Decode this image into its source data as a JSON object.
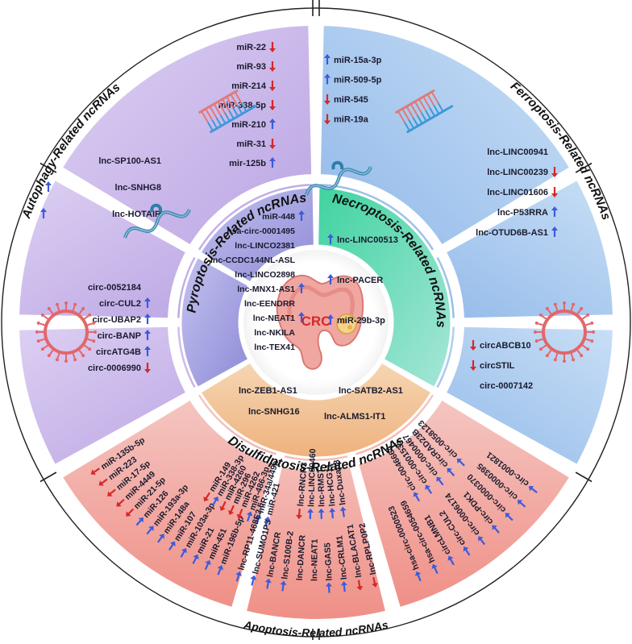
{
  "center": {
    "label": "CRC"
  },
  "titles": {
    "autophagy": "Autophagy-Related ncRNAs",
    "ferroptosis": "Ferroptosis-Related ncRNAs",
    "apoptosis": "Apoptosis-Related ncRNAs",
    "pyroptosis": "Pyroptosis-Related ncRNAs",
    "necroptosis_a": "Necroptosis-Related ",
    "necroptosis_b": "ncRNAs",
    "disulfidptosis_a": "Disulfidptosis-Related ",
    "disulfidptosis_b": "ncRNAs"
  },
  "colors": {
    "up_arrow": "#3b5bdb",
    "down_arrow": "#d62828",
    "autophagy": "#c9b6ea",
    "ferroptosis": "#a9c9ee",
    "apoptosis": "#f2a7a0",
    "pyroptosis": "#a9a7e0",
    "necroptosis": "#7fd9b8",
    "disulfidptosis": "#f2c49a"
  },
  "outer_top_left": {
    "items": [
      {
        "text": "miR-22",
        "dir": "down"
      },
      {
        "text": "miR-93",
        "dir": "down"
      },
      {
        "text": "miR-214",
        "dir": "down"
      },
      {
        "text": "miR-338-5p",
        "dir": "down"
      },
      {
        "text": "miR-210",
        "dir": "up"
      },
      {
        "text": "miR-31",
        "dir": "down"
      },
      {
        "text": "mir-125b",
        "dir": "up"
      }
    ]
  },
  "outer_top_right": {
    "items": [
      {
        "text": "miR-15a-3p",
        "dir": "up"
      },
      {
        "text": "miR-509-5p",
        "dir": "up"
      },
      {
        "text": "miR-545",
        "dir": "down"
      },
      {
        "text": "miR-19a",
        "dir": "down"
      }
    ]
  },
  "outer_left_upper": {
    "items": [
      {
        "text": "lnc-SP100-AS1",
        "dir": "none"
      },
      {
        "text": "lnc-SNHG8",
        "dir": "up"
      },
      {
        "text": "lnc-HOTAIR",
        "dir": "up"
      }
    ]
  },
  "outer_left_lower": {
    "items": [
      {
        "text": "circ-0052184",
        "dir": "none"
      },
      {
        "text": "circ-CUL2",
        "dir": "up"
      },
      {
        "text": "circ-UBAP2",
        "dir": "up"
      },
      {
        "text": "circ-BANP",
        "dir": "up"
      },
      {
        "text": "circATG4B",
        "dir": "up"
      },
      {
        "text": "circ-0006990",
        "dir": "down"
      }
    ]
  },
  "outer_right_upper": {
    "items": [
      {
        "text": "lnc-LINC00941",
        "dir": "none"
      },
      {
        "text": "lnc-LINC00239",
        "dir": "down"
      },
      {
        "text": "lnc-LINC01606",
        "dir": "down"
      },
      {
        "text": "lnc-P53RRA",
        "dir": "up"
      },
      {
        "text": "lnc-OTUD6B-AS1",
        "dir": "up"
      }
    ]
  },
  "outer_right_lower": {
    "items": [
      {
        "text": "circABCB10",
        "dir": "down"
      },
      {
        "text": "circSTIL",
        "dir": "down"
      },
      {
        "text": "circ-0007142",
        "dir": "none"
      }
    ]
  },
  "outer_bottom_left": {
    "items": [
      {
        "text": "miR-135b-5p",
        "dir": "down"
      },
      {
        "text": "miR-223",
        "dir": "down"
      },
      {
        "text": "miR-17-5p",
        "dir": "down"
      },
      {
        "text": "miR-4449",
        "dir": "down"
      },
      {
        "text": "miR-21-5p",
        "dir": "down"
      },
      {
        "text": "miR-126",
        "dir": "up"
      },
      {
        "text": "miR-193a-3p",
        "dir": "up"
      },
      {
        "text": "miR-148a",
        "dir": "up"
      },
      {
        "text": "miR-107",
        "dir": "up"
      },
      {
        "text": "miR-103a-3p",
        "dir": "up"
      },
      {
        "text": "miR-21",
        "dir": "up"
      },
      {
        "text": "miR-451",
        "dir": "up"
      },
      {
        "text": "miR-196b-5p",
        "dir": "up"
      },
      {
        "text": "miR-149",
        "dir": "down"
      },
      {
        "text": "miR-338-3p",
        "dir": "up"
      },
      {
        "text": "miR-4260",
        "dir": "down"
      },
      {
        "text": "miR-296",
        "dir": "down"
      },
      {
        "text": "miR-4262",
        "dir": "down"
      },
      {
        "text": "miR-486-3p",
        "dir": "up"
      },
      {
        "text": "miR-34a/449a",
        "dir": "up"
      },
      {
        "text": "miR-421",
        "dir": "up"
      }
    ]
  },
  "outer_bottom_mid": {
    "items": [
      {
        "text": "lnc-RP11-468E2.5",
        "dir": "up"
      },
      {
        "text": "lnc-SUMO1P3",
        "dir": "up"
      },
      {
        "text": "lnc-BANCR",
        "dir": "up"
      },
      {
        "text": "lnc-S100B-2",
        "dir": "up"
      },
      {
        "text": "lnc-DANCR",
        "dir": "none"
      },
      {
        "text": "lnc-NEAT1",
        "dir": "none"
      },
      {
        "text": "lnc-GAS5",
        "dir": "up"
      },
      {
        "text": "lnc-CRLM1",
        "dir": "up"
      },
      {
        "text": "lnc-BLACAT1",
        "dir": "down"
      },
      {
        "text": "lnc-RPLP0P2",
        "dir": "down"
      },
      {
        "text": "lnc-RNCR3",
        "dir": "down"
      },
      {
        "text": "lnc-LINC00460",
        "dir": "up"
      },
      {
        "text": "lnc-RMST",
        "dir": "up"
      },
      {
        "text": "lnc-HCG11",
        "dir": "up"
      },
      {
        "text": "lnc-Duxap8",
        "dir": "up"
      }
    ]
  },
  "outer_bottom_right": {
    "items": [
      {
        "text": "hsa-circ-0000523",
        "dir": "up"
      },
      {
        "text": "hsa-circ-0054659",
        "dir": "up"
      },
      {
        "text": "circLMNB1",
        "dir": "up"
      },
      {
        "text": "circ-CUL2",
        "dir": "up"
      },
      {
        "text": "circ-0006174",
        "dir": "up"
      },
      {
        "text": "circ-PDK1",
        "dir": "up"
      },
      {
        "text": "circ-0000370",
        "dir": "up"
      },
      {
        "text": "circ-0000395",
        "dir": "up"
      },
      {
        "text": "circ-0001821",
        "dir": "up"
      },
      {
        "text": "circ-0046664",
        "dir": "up"
      },
      {
        "text": "circ-0001535",
        "dir": "up"
      },
      {
        "text": "circ-0000467",
        "dir": "up"
      },
      {
        "text": "circRAD23B",
        "dir": "up"
      },
      {
        "text": "circ-0058123",
        "dir": "up"
      }
    ]
  },
  "inner_pyroptosis": {
    "items": [
      {
        "text": "miR-448",
        "dir": "up"
      },
      {
        "text": "hsa-circ-0001495",
        "dir": "none"
      },
      {
        "text": "lnc-LINCO2381",
        "dir": "none"
      },
      {
        "text": "lnc-CCDC144NL-ASL",
        "dir": "none"
      },
      {
        "text": "lnc-LINCO2898",
        "dir": "none"
      },
      {
        "text": "lnc-MNX1-AS1",
        "dir": "up"
      },
      {
        "text": "lnc-EENDRR",
        "dir": "none"
      },
      {
        "text": "lnc-NEAT1",
        "dir": "up"
      },
      {
        "text": "lnc-NKILA",
        "dir": "none"
      },
      {
        "text": "lnc-TEX41",
        "dir": "none"
      }
    ]
  },
  "inner_necroptosis": {
    "items": [
      {
        "text": "lnc-LINC00513",
        "dir": "up"
      },
      {
        "text": "lnc-PACER",
        "dir": "up"
      },
      {
        "text": "miR-29b-3p",
        "dir": "up"
      }
    ]
  },
  "inner_disulfidptosis": {
    "items": [
      {
        "text": "lnc-ZEB1-AS1",
        "dir": "none"
      },
      {
        "text": "lnc-SATB2-AS1",
        "dir": "none"
      },
      {
        "text": "lnc-SNHG16",
        "dir": "none"
      },
      {
        "text": "lnc-ALMS1-IT1",
        "dir": "none"
      }
    ]
  }
}
